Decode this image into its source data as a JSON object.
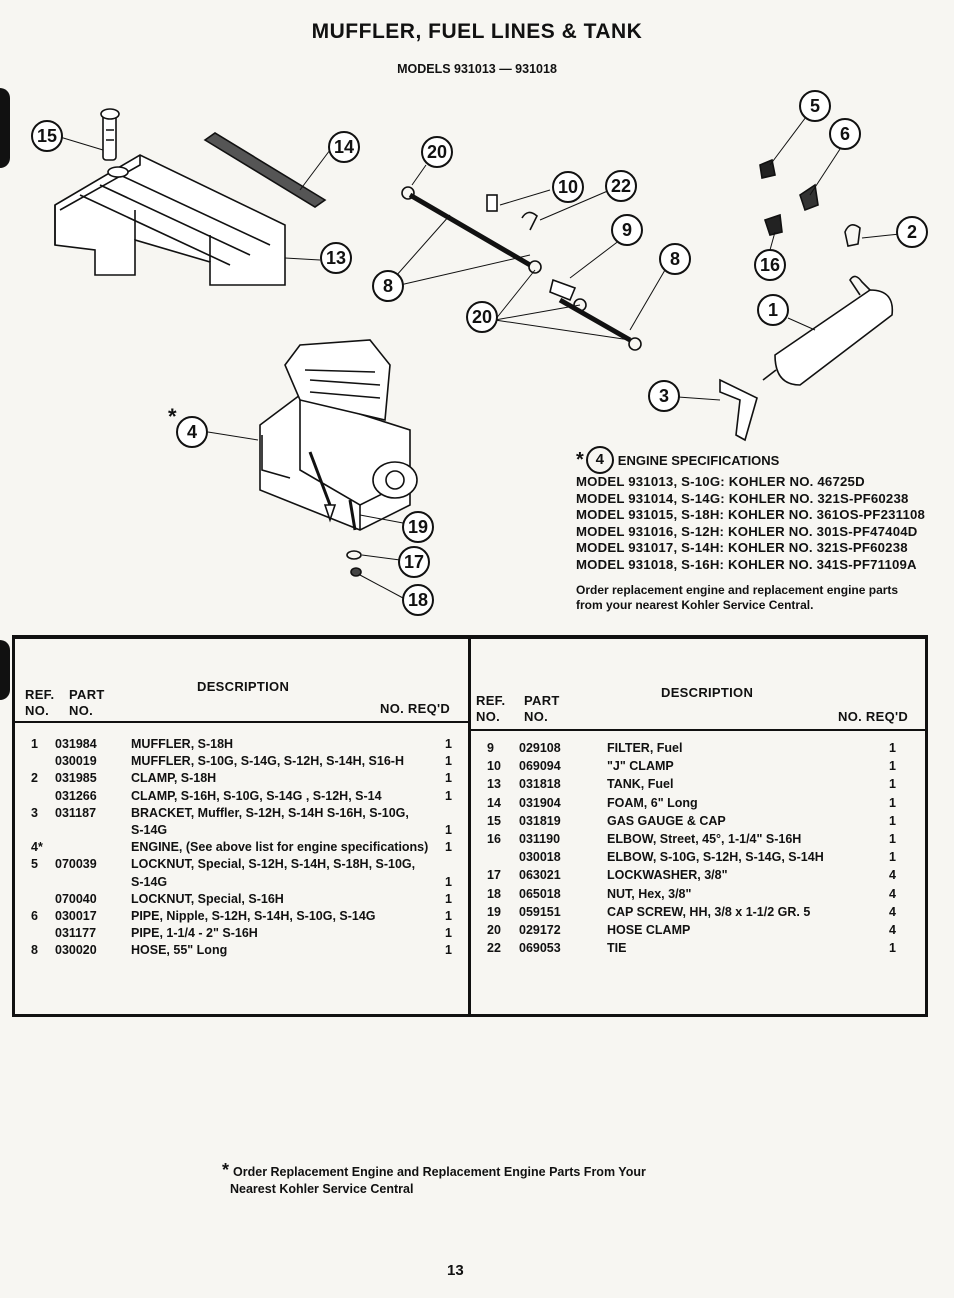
{
  "header": {
    "title": "MUFFLER, FUEL LINES & TANK",
    "subtitle": "MODELS 931013 — 931018"
  },
  "callouts": [
    "15",
    "14",
    "13",
    "20",
    "10",
    "22",
    "9",
    "8",
    "8",
    "20",
    "5",
    "6",
    "2",
    "16",
    "1",
    "3",
    "4",
    "19",
    "17",
    "18"
  ],
  "specs": {
    "star": "*",
    "ref": "4",
    "heading": "ENGINE SPECIFICATIONS",
    "lines": [
      "MODEL 931013, S-10G: KOHLER NO. 46725D",
      "MODEL 931014, S-14G: KOHLER NO. 321S-PF60238",
      "MODEL 931015, S-18H: KOHLER NO. 361OS-PF231108",
      "MODEL 931016, S-12H: KOHLER NO. 301S-PF47404D",
      "MODEL 931017, S-14H: KOHLER NO. 321S-PF60238",
      "MODEL 931018, S-16H: KOHLER NO. 341S-PF71109A"
    ],
    "note": "Order replacement engine and replacement engine parts from your nearest Kohler Service Central."
  },
  "table": {
    "headers": {
      "ref": "REF.",
      "part": "PART",
      "no1": "NO.",
      "no2": "NO.",
      "description": "DESCRIPTION",
      "qty": "NO. REQ'D"
    },
    "left_rows": [
      {
        "ref": "1",
        "part": "031984",
        "desc": "MUFFLER, S-18H",
        "qty": "1"
      },
      {
        "ref": "",
        "part": "030019",
        "desc": "MUFFLER, S-10G, S-14G, S-12H, S-14H, S16-H",
        "qty": "1"
      },
      {
        "ref": "2",
        "part": "031985",
        "desc": "CLAMP, S-18H",
        "qty": "1"
      },
      {
        "ref": "",
        "part": "031266",
        "desc": "CLAMP, S-16H, S-10G, S-14G , S-12H, S-14",
        "qty": "1"
      },
      {
        "ref": "3",
        "part": "031187",
        "desc": "BRACKET, Muffler, S-12H, S-14H S-16H, S-10G,",
        "qty": ""
      },
      {
        "ref": "",
        "part": "",
        "desc": "S-14G",
        "qty": "1"
      },
      {
        "ref": "4*",
        "part": "",
        "desc": "ENGINE, (See above list for engine specifications)",
        "qty": "1"
      },
      {
        "ref": "5",
        "part": "070039",
        "desc": "LOCKNUT, Special, S-12H, S-14H, S-18H, S-10G,",
        "qty": ""
      },
      {
        "ref": "",
        "part": "",
        "desc": "S-14G",
        "qty": "1"
      },
      {
        "ref": "",
        "part": "070040",
        "desc": "LOCKNUT, Special, S-16H",
        "qty": "1"
      },
      {
        "ref": "6",
        "part": "030017",
        "desc": "PIPE, Nipple, S-12H, S-14H, S-10G, S-14G",
        "qty": "1"
      },
      {
        "ref": "",
        "part": "031177",
        "desc": "PIPE, 1-1/4 - 2\" S-16H",
        "qty": "1"
      },
      {
        "ref": "8",
        "part": "030020",
        "desc": "HOSE, 55\" Long",
        "qty": "1"
      }
    ],
    "right_rows": [
      {
        "ref": "9",
        "part": "029108",
        "desc": "FILTER, Fuel",
        "qty": "1"
      },
      {
        "ref": "10",
        "part": "069094",
        "desc": "\"J\" CLAMP",
        "qty": "1"
      },
      {
        "ref": "13",
        "part": "031818",
        "desc": "TANK, Fuel",
        "qty": "1"
      },
      {
        "ref": "14",
        "part": "031904",
        "desc": "FOAM, 6\" Long",
        "qty": "1"
      },
      {
        "ref": "15",
        "part": "031819",
        "desc": "GAS GAUGE & CAP",
        "qty": "1"
      },
      {
        "ref": "16",
        "part": "031190",
        "desc": "ELBOW, Street, 45°, 1-1/4\" S-16H",
        "qty": "1"
      },
      {
        "ref": "",
        "part": "030018",
        "desc": "ELBOW, S-10G, S-12H, S-14G, S-14H",
        "qty": "1"
      },
      {
        "ref": "17",
        "part": "063021",
        "desc": "LOCKWASHER, 3/8\"",
        "qty": "4"
      },
      {
        "ref": "18",
        "part": "065018",
        "desc": "NUT, Hex, 3/8\"",
        "qty": "4"
      },
      {
        "ref": "19",
        "part": "059151",
        "desc": "CAP SCREW, HH, 3/8 x 1-1/2 GR. 5",
        "qty": "4"
      },
      {
        "ref": "20",
        "part": "029172",
        "desc": "HOSE CLAMP",
        "qty": "4"
      },
      {
        "ref": "22",
        "part": "069053",
        "desc": "TIE",
        "qty": "1"
      }
    ]
  },
  "footnote": {
    "star": "*",
    "line1": "Order Replacement Engine and Replacement Engine Parts From Your",
    "line2": "Nearest Kohler Service Central"
  },
  "page_number": "13"
}
